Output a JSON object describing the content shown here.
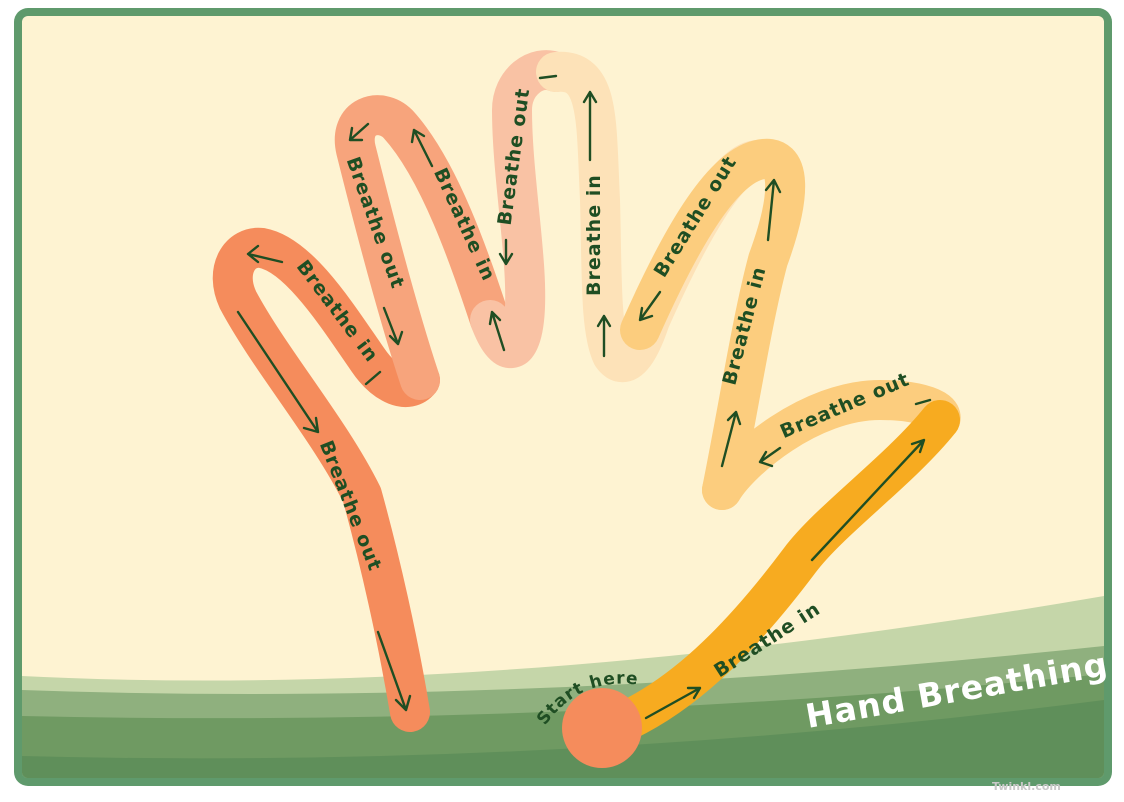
{
  "title": "Hand Breathing",
  "start_label": "Start here",
  "brand": "Twinkl.com",
  "labels": {
    "breathe_in": "Breathe in",
    "breathe_out": "Breathe out"
  },
  "colors": {
    "frame": "#5f9a6c",
    "background": "#fef3d2",
    "little_finger": "#f58c5c",
    "ring_finger": "#f7a47c",
    "middle_finger": "#f9c2a4",
    "index_finger": "#fde2b8",
    "index_finger_outer": "#fccd7e",
    "thumb": "#f7ab20",
    "start_dot": "#f58c5c",
    "ground_dark": "#5f8f5a",
    "ground_mid": "#8fb07e",
    "ground_light": "#c5d6a9",
    "text": "#1f4e23"
  }
}
